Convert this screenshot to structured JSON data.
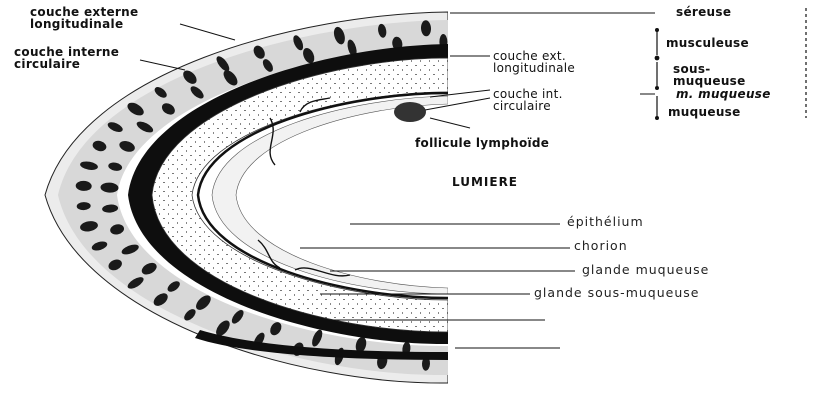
{
  "diagram": {
    "labels": {
      "couche_externe": [
        "couche externe",
        "longitudinale"
      ],
      "couche_interne": [
        "couche interne",
        "circulaire"
      ],
      "couche_ext_long": [
        "couche ext.",
        "longitudinale"
      ],
      "couche_int_circ": [
        "couche int.",
        "circulaire"
      ],
      "follicule": "follicule lymphoïde",
      "lumiere": "LUMIERE",
      "epithelium": "épithélium",
      "chorion": "chorion",
      "glande_muqueuse": "glande muqueuse",
      "glande_sous_muqueuse": "glande sous-muqueuse"
    },
    "right_column": {
      "sereuse": "séreuse",
      "musculeuse": "musculeuse",
      "sous_muqueuse": [
        "sous-",
        "muqueuse"
      ],
      "m_muqueuse": "m. muqueuse",
      "muqueuse": "muqueuse"
    },
    "colors": {
      "ink": "#111111",
      "paper": "#ffffff",
      "grain": "#8a8a8a"
    }
  }
}
